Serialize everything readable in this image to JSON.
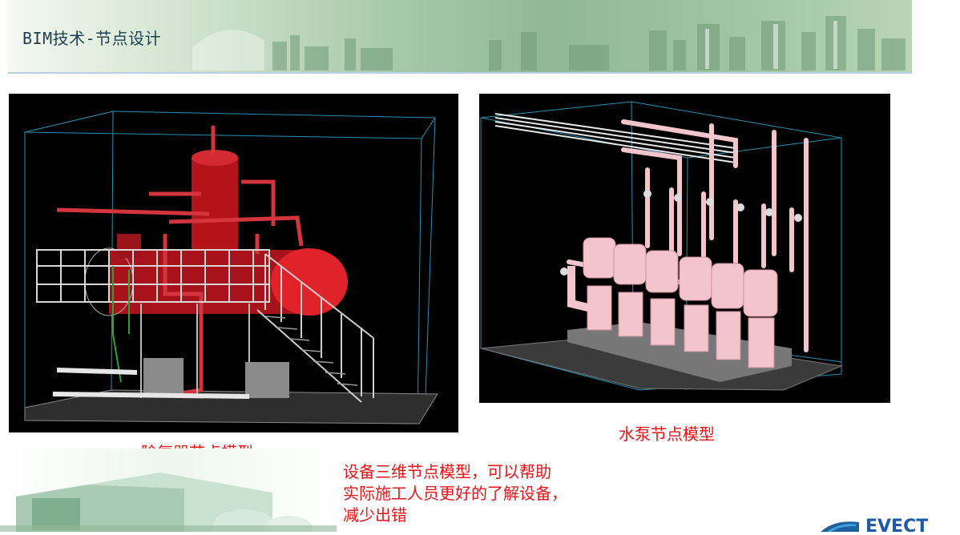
{
  "header": {
    "title": "BIM技术-节点设计"
  },
  "panels": {
    "left": {
      "caption": "除氧器节点模型",
      "viewport_bg": "#000000",
      "model_color": "#c4181e"
    },
    "right": {
      "caption": "水泵节点模型",
      "viewport_bg": "#000000",
      "model_color": "#f2c4cc"
    }
  },
  "note": {
    "lines": [
      "设备三维节点模型，可以帮助",
      "实际施工人员更好的了解设备，",
      "减少出错"
    ]
  },
  "colors": {
    "accent_text": "#e8141a",
    "banner_green": "#8fb897",
    "bounding_box": "#2a8fb0"
  },
  "logo": {
    "text": "EVECT"
  }
}
